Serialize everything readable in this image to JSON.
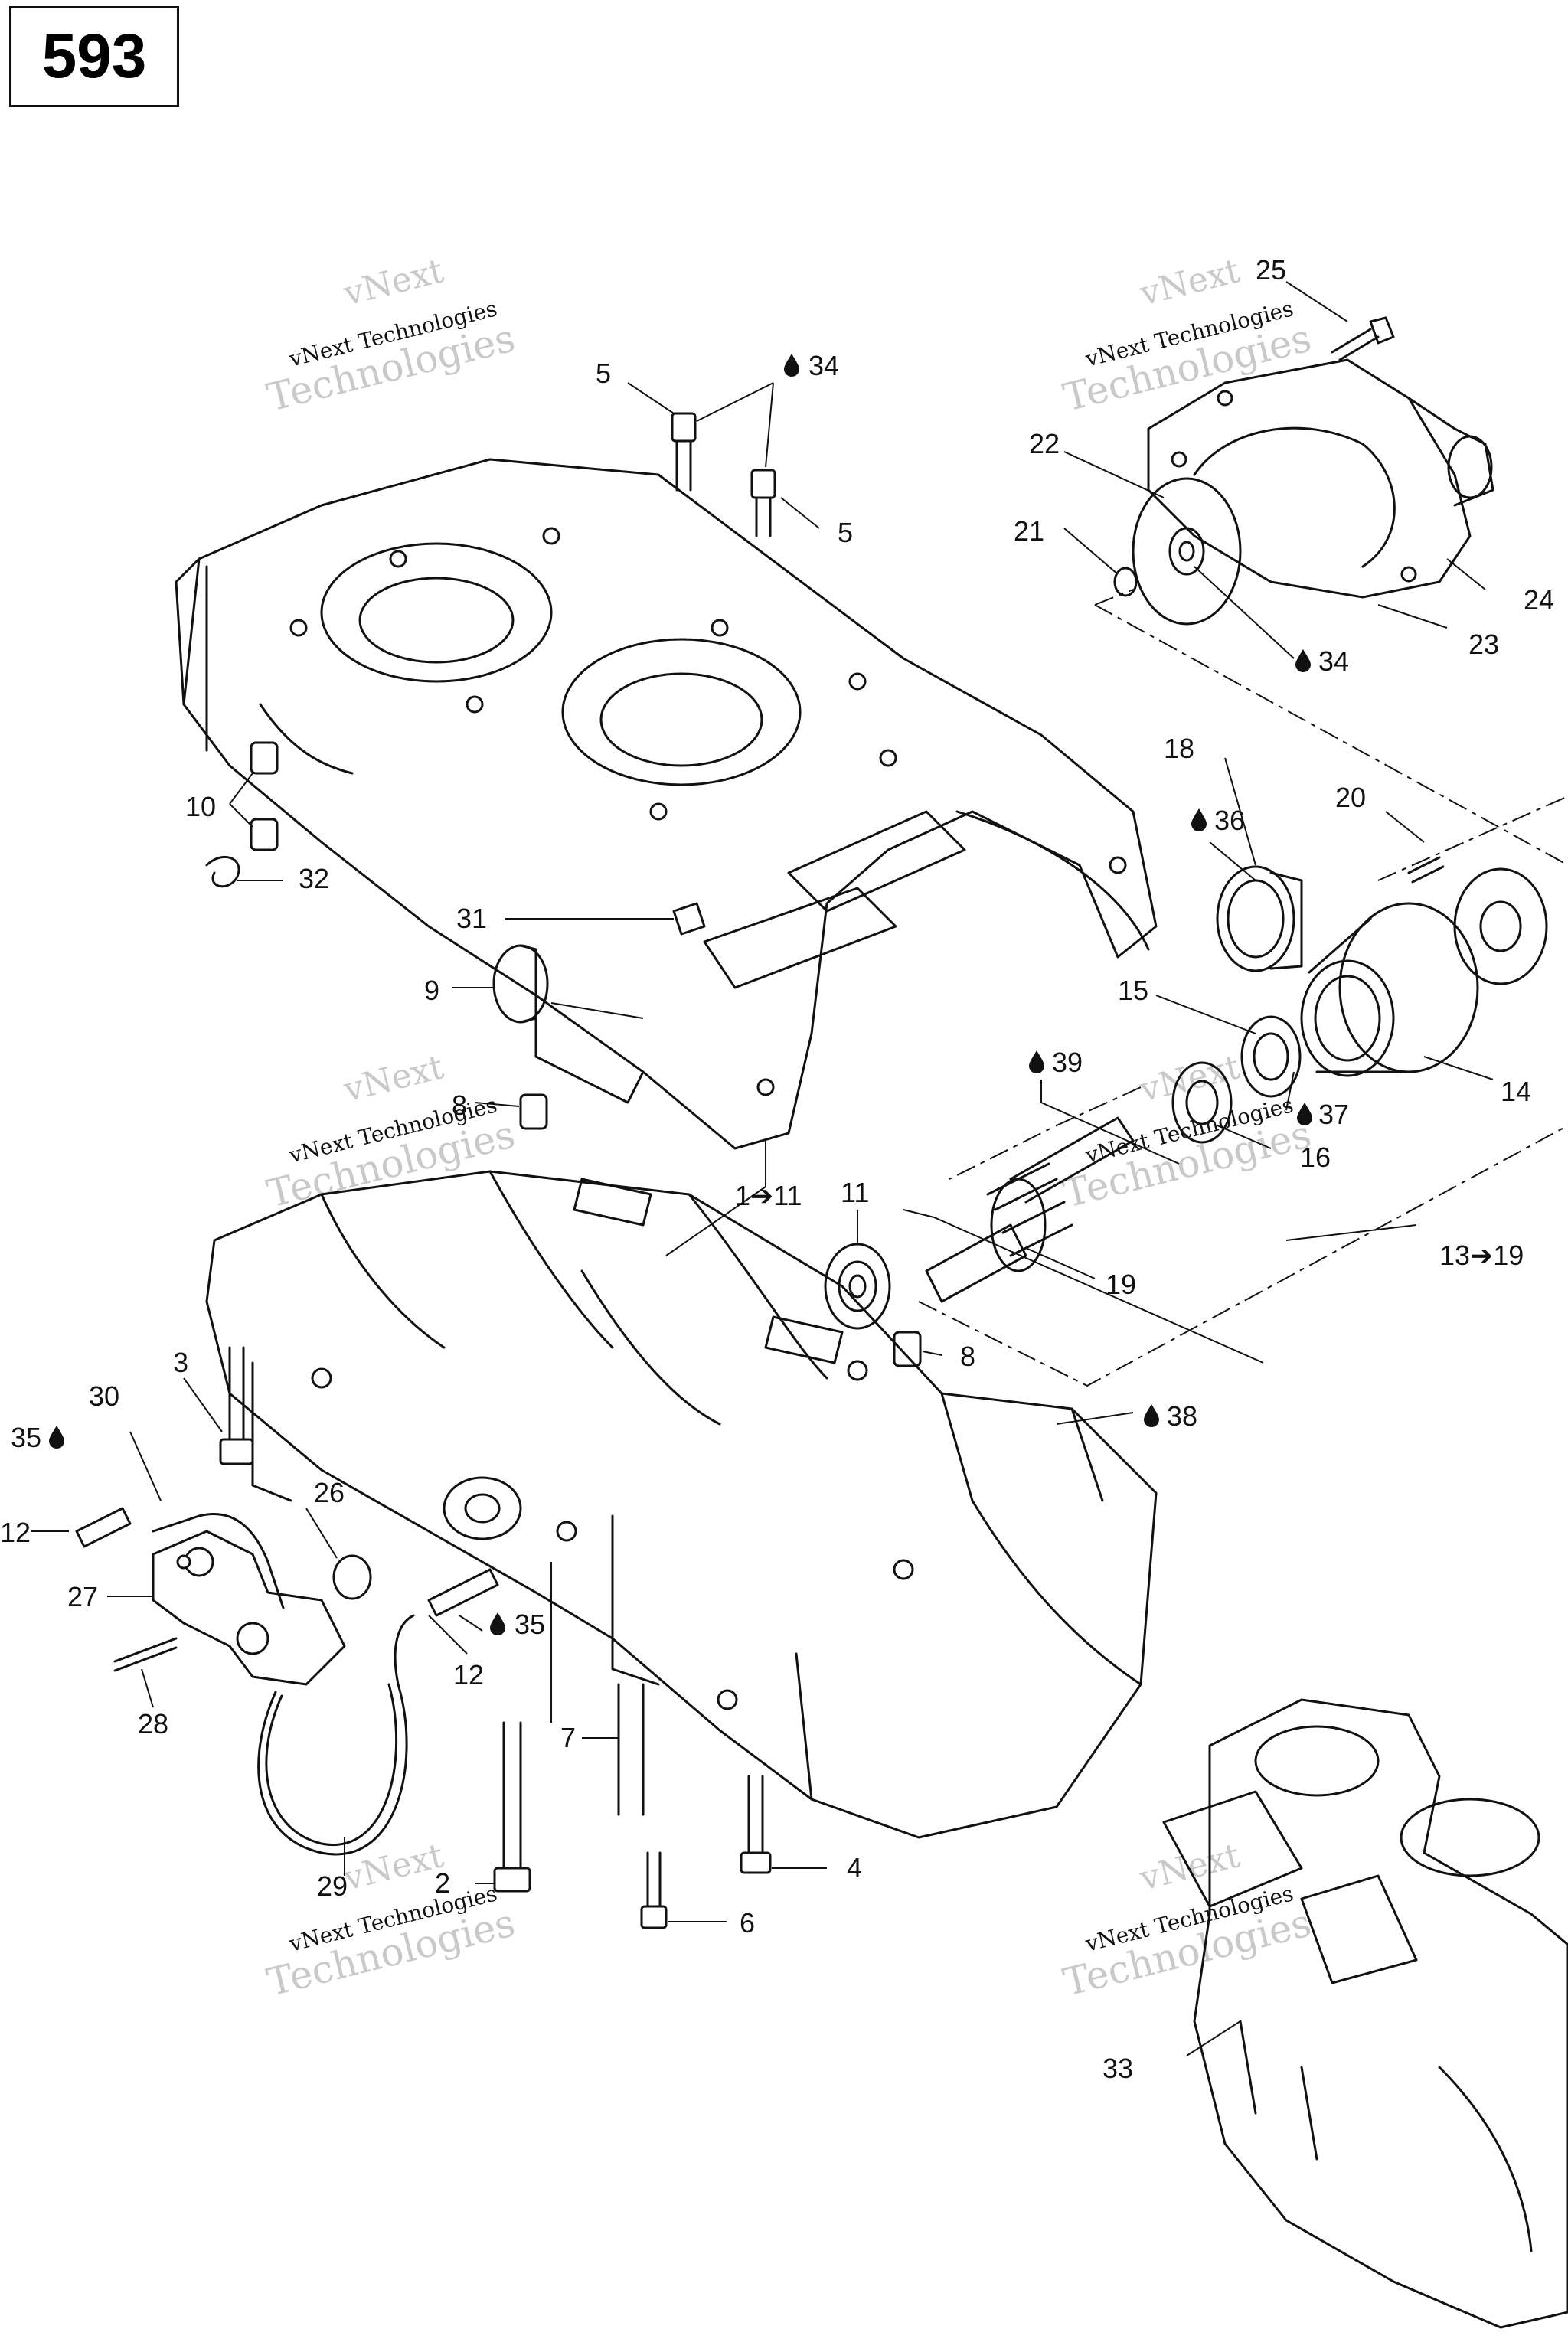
{
  "page_number": "593",
  "watermark": {
    "line1": "vNext",
    "line2": "vNext Technologies",
    "line3": "Technologies"
  },
  "callouts": {
    "c25": "25",
    "c5a": "5",
    "c34a": "34",
    "c5b": "5",
    "c22": "22",
    "c21": "21",
    "c24": "24",
    "c23": "23",
    "c34b": "34",
    "c18": "18",
    "c36": "36",
    "c20": "20",
    "c10": "10",
    "c32": "32",
    "c31": "31",
    "c9": "9",
    "c15": "15",
    "c14": "14",
    "c39": "39",
    "c37": "37",
    "c16": "16",
    "c8a": "8",
    "c1_11": "1➔11",
    "c11": "11",
    "c13_19": "13➔19",
    "c19": "19",
    "c3": "3",
    "c8b": "8",
    "c30": "30",
    "c35a": "35",
    "c38": "38",
    "c12a": "12",
    "c26": "26",
    "c27": "27",
    "c35b": "35",
    "c12b": "12",
    "c28": "28",
    "c7": "7",
    "c29": "29",
    "c4": "4",
    "c2": "2",
    "c6": "6",
    "c33": "33"
  }
}
